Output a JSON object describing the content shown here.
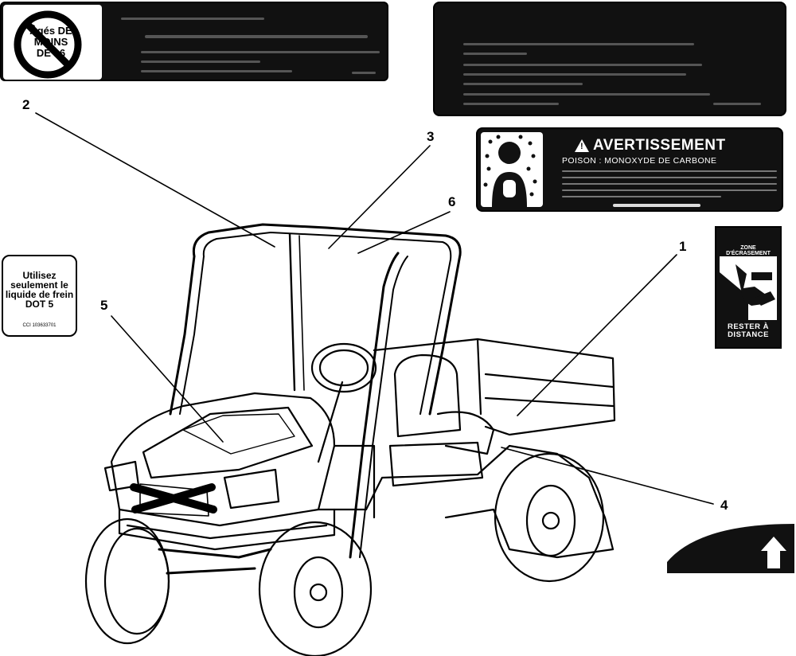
{
  "decals": {
    "no_riders": {
      "text": "Âgés DE MOINS DE 16"
    },
    "warning": {
      "title": "AVERTISSEMENT",
      "subtitle": "POISON : MONOXYDE DE CARBONE"
    },
    "brake_fluid": {
      "text": "Utilisez seulement le liquide de frein DOT 5",
      "code": "CCI 103633701"
    },
    "pinch": {
      "header": "ZONE D'ÉCRASEMENT",
      "footer": "RESTER À DISTANCE"
    }
  },
  "callouts": [
    "1",
    "2",
    "3",
    "4",
    "5",
    "6"
  ],
  "icons": [
    "no-entry-icon",
    "carbon-monoxide-pictogram",
    "hand-crush-icon",
    "up-arrow-icon",
    "warning-triangle-icon"
  ]
}
